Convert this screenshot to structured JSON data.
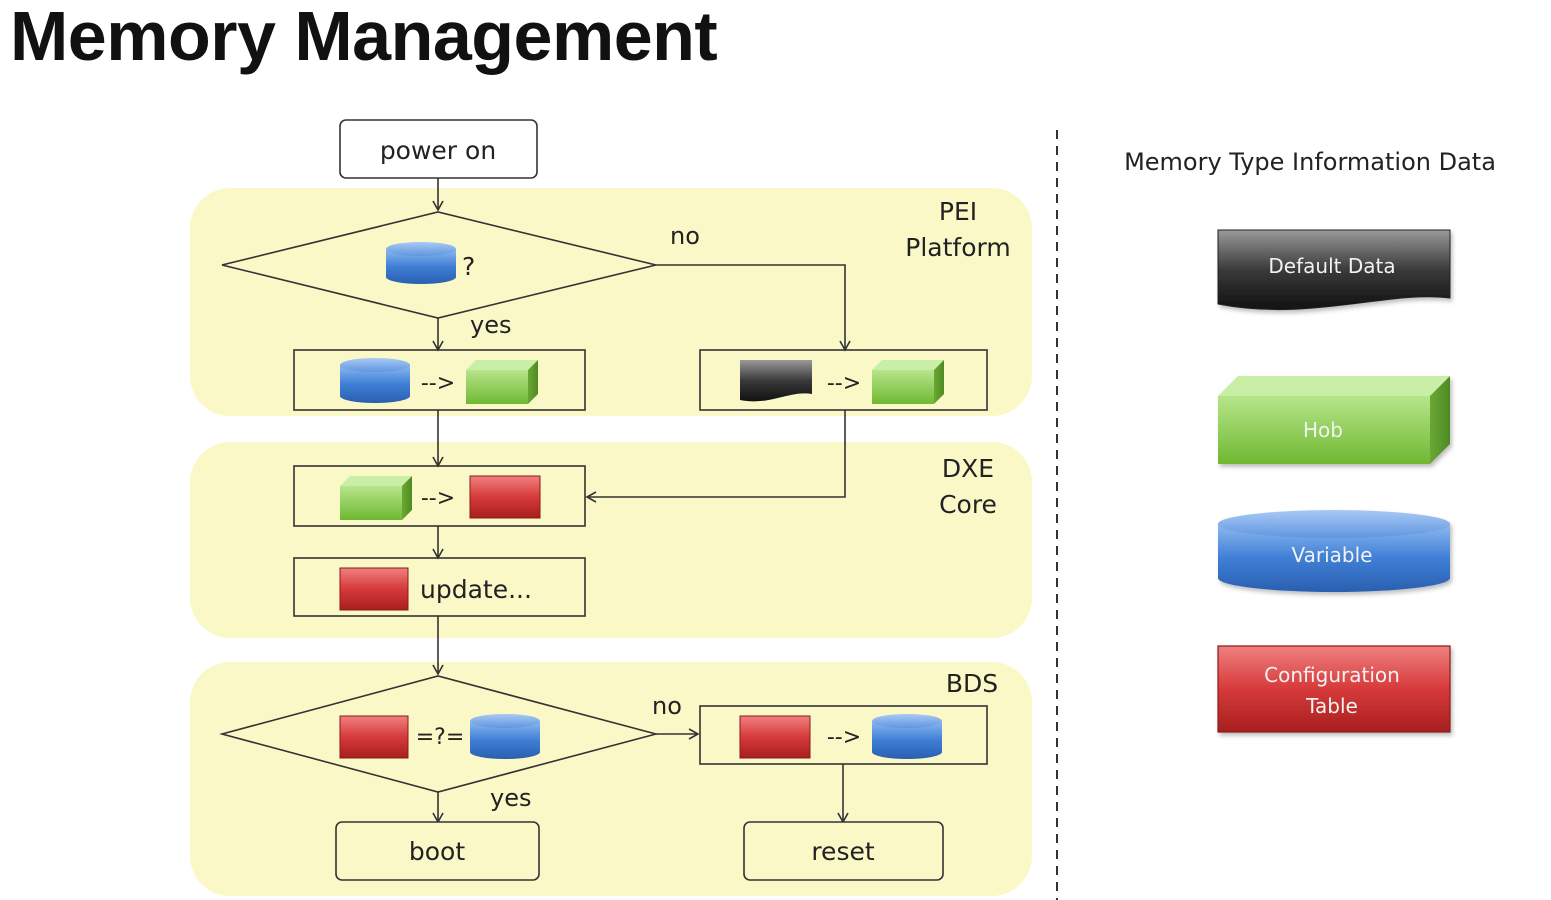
{
  "title": "Memory Management",
  "flowchart": {
    "start": "power on",
    "phases": {
      "pei": [
        "PEI",
        "Platform"
      ],
      "dxe": [
        "DXE",
        "Core"
      ],
      "bds": "BDS"
    },
    "decision1_mark": "?",
    "decision1_no": "no",
    "decision1_yes": "yes",
    "arrow": "-->",
    "update": "update...",
    "compare": "=?=",
    "decision2_no": "no",
    "decision2_yes": "yes",
    "boot": "boot",
    "reset": "reset"
  },
  "legend": {
    "title": "Memory Type Information Data",
    "items": [
      {
        "label": "Default Data"
      },
      {
        "label": "Hob"
      },
      {
        "label": "Variable"
      },
      {
        "label_lines": [
          "Configuration",
          "Table"
        ]
      }
    ]
  },
  "colors": {
    "phase_band": "#fbf8c8",
    "default_data": "#2a2a2a",
    "hob": "#8fd24a",
    "variable": "#3f7fd6",
    "configuration_table": "#d63a3a"
  }
}
